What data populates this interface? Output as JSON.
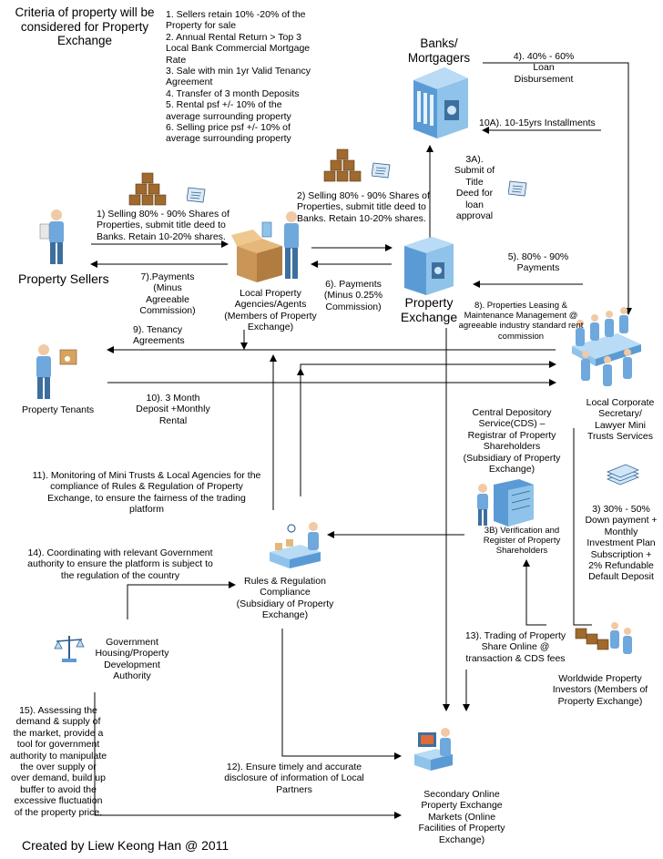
{
  "title": "Criteria of property will be\nconsidered for Property\nExchange",
  "criteria": "1. Sellers retain 10% -20% of the\nProperty for sale\n2. Annual Rental Return > Top 3\nLocal Bank Commercial Mortgage\nRate\n3. Sale with min 1yr Valid Tenancy\nAgreement\n4. Transfer of 3 month Deposits\n5. Rental psf +/- 10% of the\naverage surrounding property\n6. Selling price psf +/- 10% of\naverage surrounding property",
  "nodes": {
    "banks": "Banks/\nMortgagers",
    "property_sellers": "Property Sellers",
    "local_agencies": "Local Property\nAgencies/Agents\n(Members of Property\nExchange)",
    "property_exchange": "Property\nExchange",
    "property_tenants": "Property Tenants",
    "corporate_secretary": "Local Corporate\nSecretary/\nLawyer Mini\nTrusts Services",
    "cds": "Central Depository\nService(CDS) –\nRegistrar of Property\nShareholders\n(Subsidiary of Property\nExchange)",
    "rules_regulation": "Rules & Regulation\nCompliance\n(Subsidiary of Property\nExchange)",
    "government": "Government\nHousing/Property\nDevelopment\nAuthority",
    "investors": "Worldwide Property\nInvestors (Members of\nProperty Exchange)",
    "secondary_market": "Secondary Online\nProperty Exchange\nMarkets (Online\nFacilities of Property\nExchange)"
  },
  "steps": {
    "s1": "1) Selling 80% - 90% Shares of\nProperties, submit title deed to\nBanks. Retain 10-20% shares.",
    "s2": "2) Selling 80% - 90% Shares of\nProperties, submit title deed to\nBanks. Retain 10-20% shares.",
    "s3": "3) 30% - 50%\nDown payment +\nMonthly\nInvestment Plan\nSubscription +\n2% Refundable\nDefault Deposit",
    "s3a": "3A).\nSubmit of\nTitle\nDeed for\nloan\napproval",
    "s3b": "3B) Verification and\nRegister of Property\nShareholders",
    "s4": "4). 40% - 60%\nLoan\nDisbursement",
    "s5": "5). 80% - 90%\nPayments",
    "s6": "6). Payments\n(Minus 0.25%\nCommission)",
    "s7": "7).Payments\n(Minus\nAgreeable\nCommission)",
    "s8": "8). Properties Leasing &\nMaintenance Management @\nagreeable industry standard rent\ncommission",
    "s9": "9). Tenancy\nAgreements",
    "s10": "10). 3 Month\nDeposit +Monthly\nRental",
    "s10a": "10A). 10-15yrs Installments",
    "s11": "11). Monitoring of Mini Trusts & Local Agencies for the\ncompliance of Rules & Regulation of Property\nExchange, to ensure the fairness of the trading\nplatform",
    "s12": "12). Ensure timely and accurate\ndisclosure of information of Local\nPartners",
    "s13": "13). Trading of Property\nShare Online @\ntransaction & CDS fees",
    "s14": "14). Coordinating with relevant Government\nauthority to ensure the platform is subject to\nthe regulation of the country",
    "s15": "15). Assessing the\ndemand & supply of\nthe market, provide a\ntool for government\nauthority to manipulate\nthe over supply or\nover demand, build up\nbuffer to avoid the\nexcessive fluctuation\nof the property price."
  },
  "footer": "Created by Liew Keong Han @ 2011",
  "colors": {
    "line": "#000000",
    "building": "#8fc3ea",
    "box": "#b5884f",
    "person": "#6fa8dc"
  }
}
